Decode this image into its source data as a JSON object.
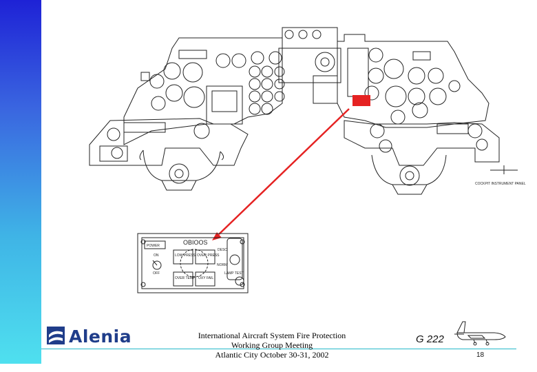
{
  "slide": {
    "logo": {
      "name": "Alenia",
      "icon": "alenia-wave-logo-icon"
    },
    "conference": {
      "line1": "International Aircraft System Fire Protection",
      "line2": "Working Group Meeting",
      "line3": "Atlantic City October 30-31, 2002"
    },
    "code": "G 222",
    "page_number": "18",
    "aircraft_icon": "cargo-aircraft-icon"
  },
  "drawing": {
    "panel_caption": "COCKPIT INSTRUMENT PANEL",
    "detail_panel": {
      "part_number": "OBIOOS",
      "power_label": "POWER",
      "on_label": "ON",
      "off_label": "OFF",
      "low_press_label": "LOW PRESS",
      "over_press_label": "OVER PRESS",
      "over_temp_label": "OVER TEMP",
      "oxy_fail_label": "OXY FAIL",
      "desc_label": "DESC",
      "norm_label": "NORM",
      "lamp_test_label": "LAMP TEST"
    },
    "colors": {
      "highlight": "#e52222",
      "arrow": "#e52222",
      "side_bar_top": "#1e22d6",
      "side_bar_bottom": "#4fe0ef"
    }
  }
}
